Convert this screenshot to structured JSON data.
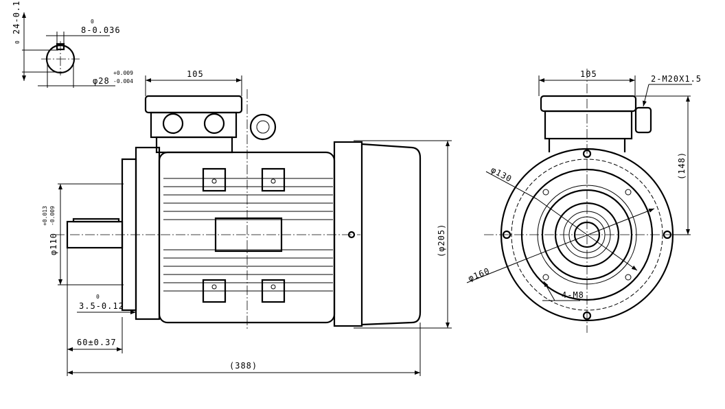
{
  "title": "Motor outline dimensions drawing",
  "keyway": {
    "depth": "24-0.1",
    "depth_tol": "0",
    "width": "8-0.036",
    "width_tol": "0",
    "shaft_dia": "φ28",
    "shaft_tol_upper": "+0.009",
    "shaft_tol_lower": "-0.004"
  },
  "side_view": {
    "box_width": "105",
    "spigot_dia": "φ110",
    "spigot_tol_upper": "+0.013",
    "spigot_tol_lower": "-0.009",
    "spigot_depth": "3.5-0.12",
    "spigot_depth_tol": "0",
    "shaft_length": "60±0.37",
    "overall_length": "(388)",
    "overall_height": "(φ205)"
  },
  "end_view": {
    "box_width": "105",
    "cable_gland": "2-M20X1.5",
    "center_height": "(148)",
    "pcd_inner": "φ130",
    "pcd_outer": "φ160",
    "holes": "4-M8"
  }
}
